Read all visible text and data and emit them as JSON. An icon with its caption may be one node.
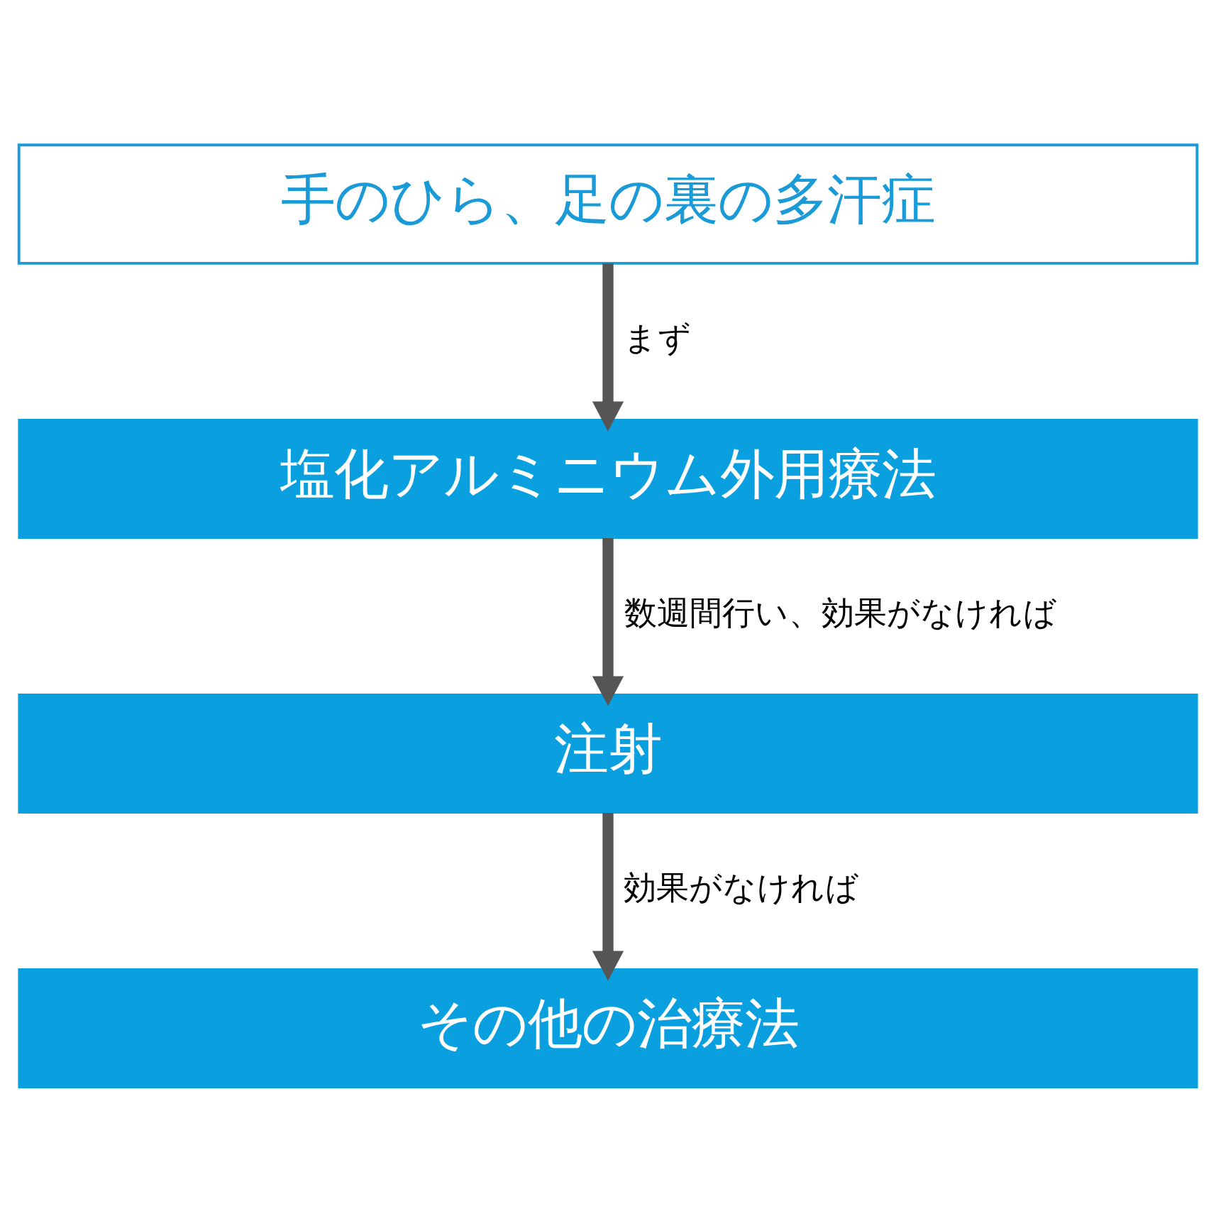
{
  "diagram": {
    "nodes": [
      {
        "text": [
          "手のひら、足の裏の多汗症"
        ]
      },
      {
        "text": [
          "塩化アルミニウム外用療法"
        ]
      },
      {
        "text": [
          "注射"
        ]
      },
      {
        "text": [
          "その他の治療法"
        ]
      }
    ],
    "edges": [
      {
        "from": 0,
        "to": 1,
        "arrow": "to",
        "label": "まず"
      },
      {
        "from": 1,
        "to": 2,
        "arrow": "to",
        "label": "数週間行い、効果がなければ"
      },
      {
        "from": 2,
        "to": 3,
        "arrow": "to",
        "label": "効果がなければ"
      }
    ]
  }
}
